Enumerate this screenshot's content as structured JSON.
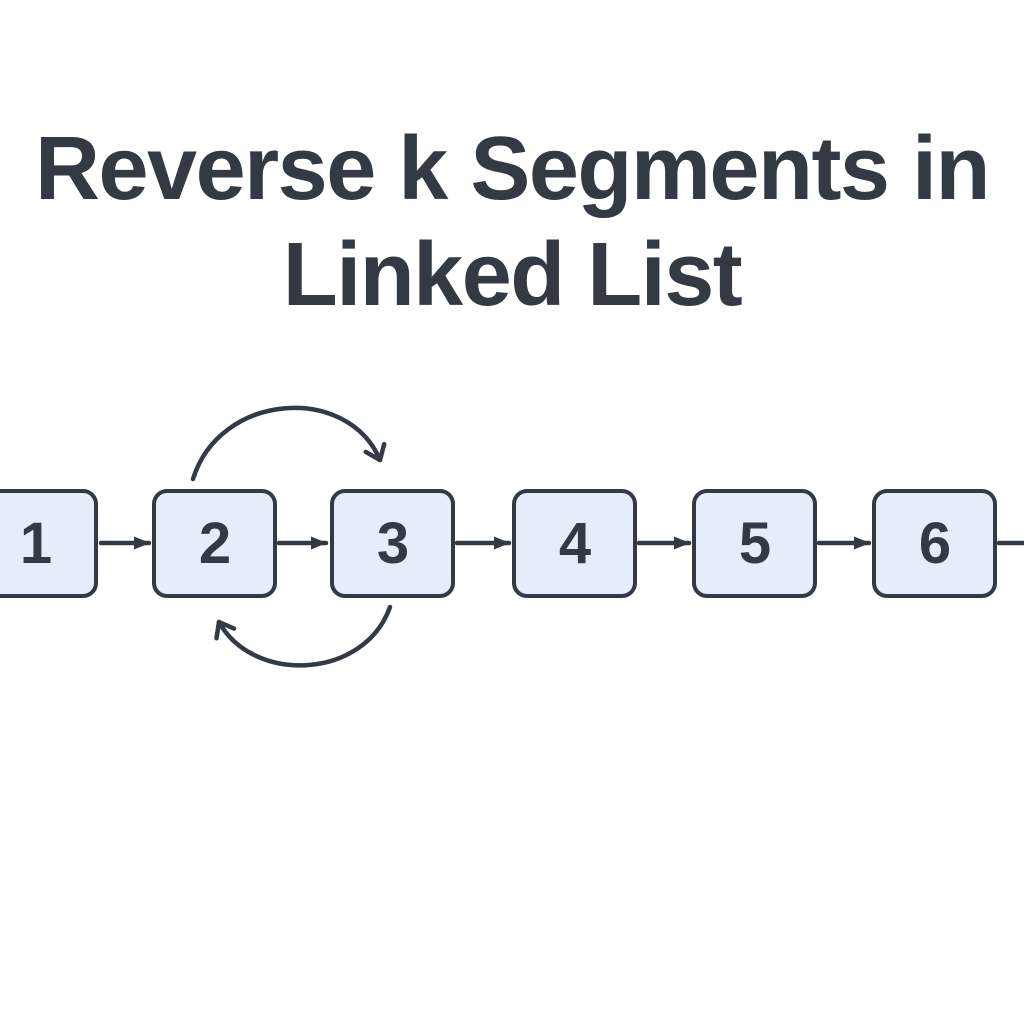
{
  "title": {
    "line1": "Reverse k Segments in",
    "line2": "Linked List"
  },
  "diagram": {
    "type": "linked-list",
    "nodes": [
      {
        "label": "1"
      },
      {
        "label": "2"
      },
      {
        "label": "3"
      },
      {
        "label": "4"
      },
      {
        "label": "5"
      },
      {
        "label": "6"
      }
    ],
    "next_pointers": [
      {
        "from": "1",
        "to": "2"
      },
      {
        "from": "2",
        "to": "3"
      },
      {
        "from": "3",
        "to": "4"
      },
      {
        "from": "4",
        "to": "5"
      },
      {
        "from": "5",
        "to": "6"
      },
      {
        "from": "6",
        "to": "offscreen-right"
      }
    ],
    "swap_arrows": [
      {
        "from": "2",
        "to": "3",
        "position": "above"
      },
      {
        "from": "3",
        "to": "2",
        "position": "below"
      }
    ],
    "colors": {
      "background": "#ffffff",
      "node_fill": "#e6edfa",
      "stroke": "#333a44"
    }
  }
}
